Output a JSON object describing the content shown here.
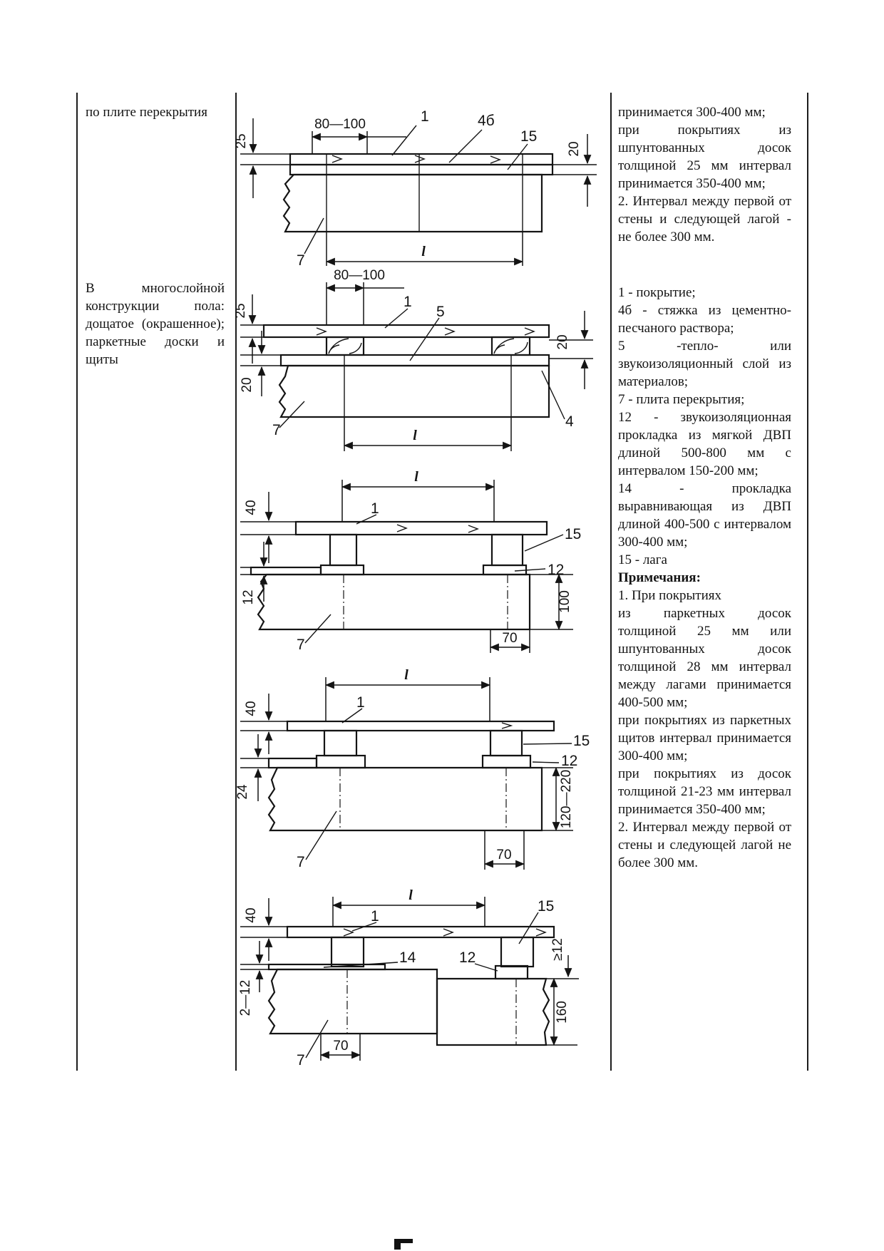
{
  "left_col": {
    "row1": "по плите перекрытия",
    "row2": "В многослойной конструкции пола: дощатое (окрашенное); паркетные доски и щиты"
  },
  "right_col": {
    "block1": [
      "принимается 300-400 мм;",
      "при покрытиях из шпунтованных досок толщиной 25 мм интервал принимается 350-400 мм;",
      "2. Интервал между первой от стены и следующей лагой - не более 300 мм."
    ],
    "legend": [
      "1 - покрытие;",
      "4б - стяжка из цементно-песчаного раствора;",
      "5 -тепло- или звукоизоляционный слой из материалов;",
      "7 - плита перекрытия;",
      "12 - звукоизоляционная прокладка из мягкой ДВП длиной 500-800 мм с интервалом 150-200 мм;",
      "14 - прокладка выравнивающая из ДВП длиной 400-500 с интервалом 300-400 мм;",
      "15 - лага"
    ],
    "notes_title": "Примечания:",
    "notes": [
      "1.  При покрытиях",
      "из паркетных досок толщиной 25 мм или шпунтованных досок толщиной 28 мм интервал между лагами принимается 400-500 мм;",
      "при покрытиях из паркетных щитов интервал принимается 300-400 мм;",
      "при покрытиях из досок толщиной 21-23 мм интервал принимается 350-400 мм;",
      "2. Интервал между первой от стены и следующей лагой  не более 300 мм."
    ]
  },
  "drawings": {
    "d1": {
      "dim_top": "80—100",
      "dim_left": "25",
      "label_1": "1",
      "label_4b": "4б",
      "label_15": "15",
      "dim_right": "20",
      "label_7": "7",
      "dim_span": "l"
    },
    "d2": {
      "dim_top": "80—100",
      "dim_left_25": "25",
      "dim_left_20": "20",
      "label_1": "1",
      "label_5": "5",
      "dim_right_20": "20",
      "label_4": "4",
      "label_7": "7",
      "dim_span": "l"
    },
    "d3": {
      "dim_span": "l",
      "dim_left_40": "40",
      "label_1": "1",
      "label_15": "15",
      "label_12": "12",
      "dim_left_12": "12",
      "dim_right_100": "100",
      "dim_70": "70",
      "label_7": "7"
    },
    "d4": {
      "dim_span": "l",
      "dim_left_40": "40",
      "label_1": "1",
      "label_15": "15",
      "label_12": "12",
      "dim_left_24": "24",
      "dim_right_range": "120—220",
      "dim_70": "70",
      "label_7": "7"
    },
    "d5": {
      "dim_span": "l",
      "dim_left_40": "40",
      "label_1": "1",
      "label_15": "15",
      "label_14": "14",
      "label_12": "12",
      "dim_left_range": "2—12",
      "dim_right_ge12": "≥12",
      "dim_right_160": "160",
      "dim_70": "70",
      "label_7": "7"
    }
  }
}
